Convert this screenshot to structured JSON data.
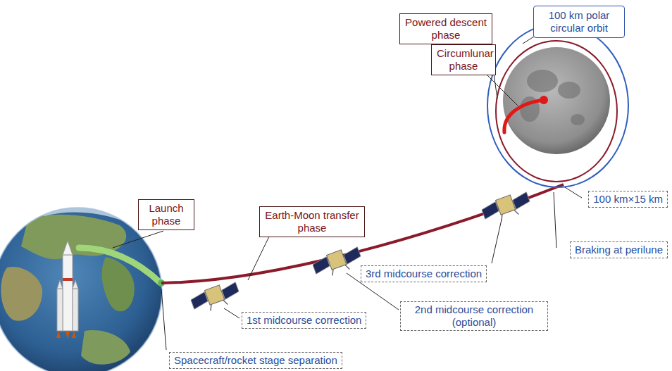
{
  "diagram": {
    "nodes": [
      {
        "text": [
          "Powered descent phase"
        ]
      },
      {
        "text": [
          "100 km polar circular orbit"
        ]
      },
      {
        "text": [
          "Circumlunar phase"
        ]
      },
      {
        "text": [
          "Launch phase"
        ]
      },
      {
        "text": [
          "Earth-Moon transfer phase"
        ]
      },
      {
        "text": [
          "100 km×15 km"
        ]
      },
      {
        "text": [
          "Braking at perilune"
        ]
      },
      {
        "text": [
          "3rd midcourse correction"
        ]
      },
      {
        "text": [
          "1st midcourse correction"
        ]
      },
      {
        "text": [
          "2nd midcourse correction (optional)"
        ]
      },
      {
        "text": [
          "Spacecraft/rocket stage separation"
        ]
      }
    ]
  }
}
